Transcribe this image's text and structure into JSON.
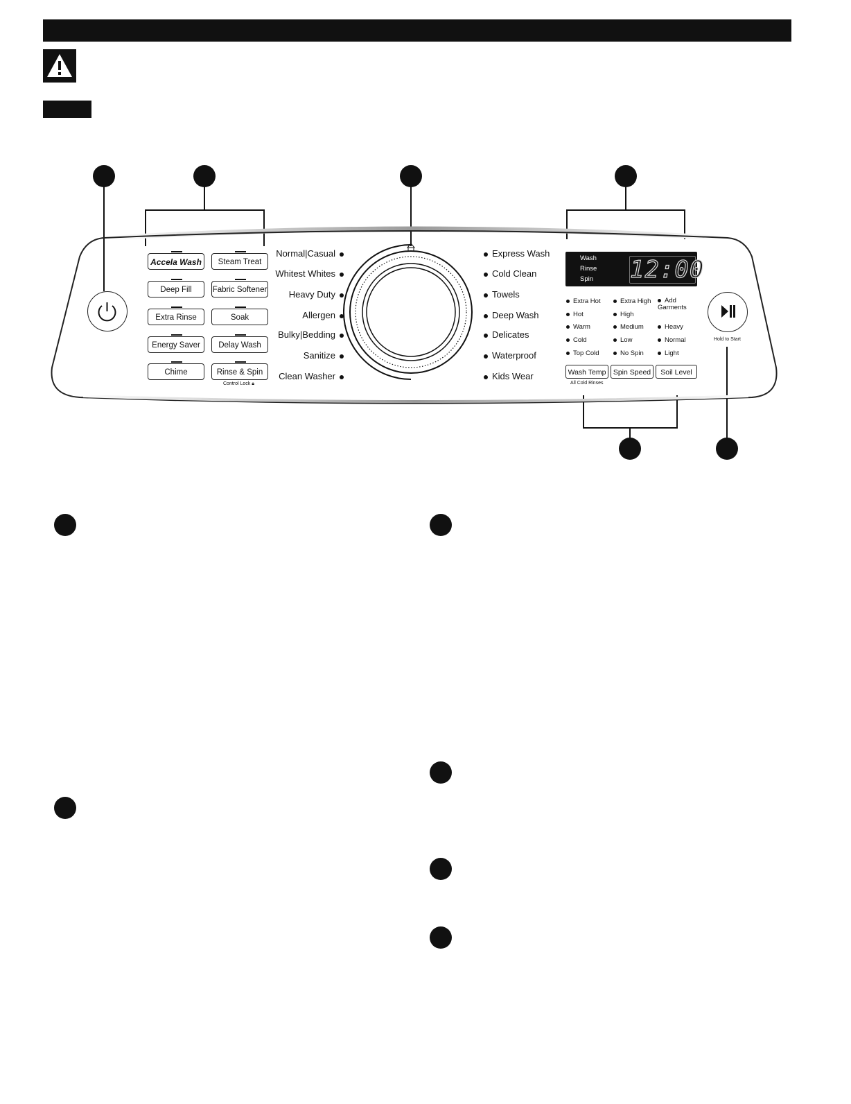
{
  "panel": {
    "power_icon": "power-icon",
    "start_icon": "play-pause-icon",
    "hold_to_start": "Hold to Start",
    "control_lock": "Control Lock",
    "all_cold_rinses": "All Cold Rinses",
    "option_buttons_left": [
      {
        "label": "Accela Wash"
      },
      {
        "label": "Steam Treat"
      },
      {
        "label": "Deep Fill"
      },
      {
        "label": "Fabric Softener"
      },
      {
        "label": "Extra Rinse"
      },
      {
        "label": "Soak"
      },
      {
        "label": "Energy Saver"
      },
      {
        "label": "Delay Wash"
      },
      {
        "label": "Chime"
      },
      {
        "label": "Rinse & Spin"
      }
    ],
    "cycles_left": [
      "Normal|Casual",
      "Whitest Whites",
      "Heavy Duty",
      "Allergen",
      "Bulky|Bedding",
      "Sanitize",
      "Clean Washer"
    ],
    "cycles_right": [
      "Express Wash",
      "Cold Clean",
      "Towels",
      "Deep Wash",
      "Delicates",
      "Waterproof",
      "Kids Wear"
    ],
    "display": {
      "status": [
        "Wash",
        "Rinse",
        "Spin"
      ],
      "time": "12:00"
    },
    "wash_temp": [
      "Extra Hot",
      "Hot",
      "Warm",
      "Cold",
      "Top Cold"
    ],
    "spin_speed": [
      "Extra High",
      "High",
      "Medium",
      "Low",
      "No Spin"
    ],
    "soil_level": [
      "Add Garments",
      "Heavy",
      "Normal",
      "Light"
    ],
    "option_buttons_right": [
      "Wash Temp",
      "Spin Speed",
      "Soil Level"
    ]
  },
  "colors": {
    "ink": "#111111",
    "panel_shade": "#9a9a9a"
  }
}
